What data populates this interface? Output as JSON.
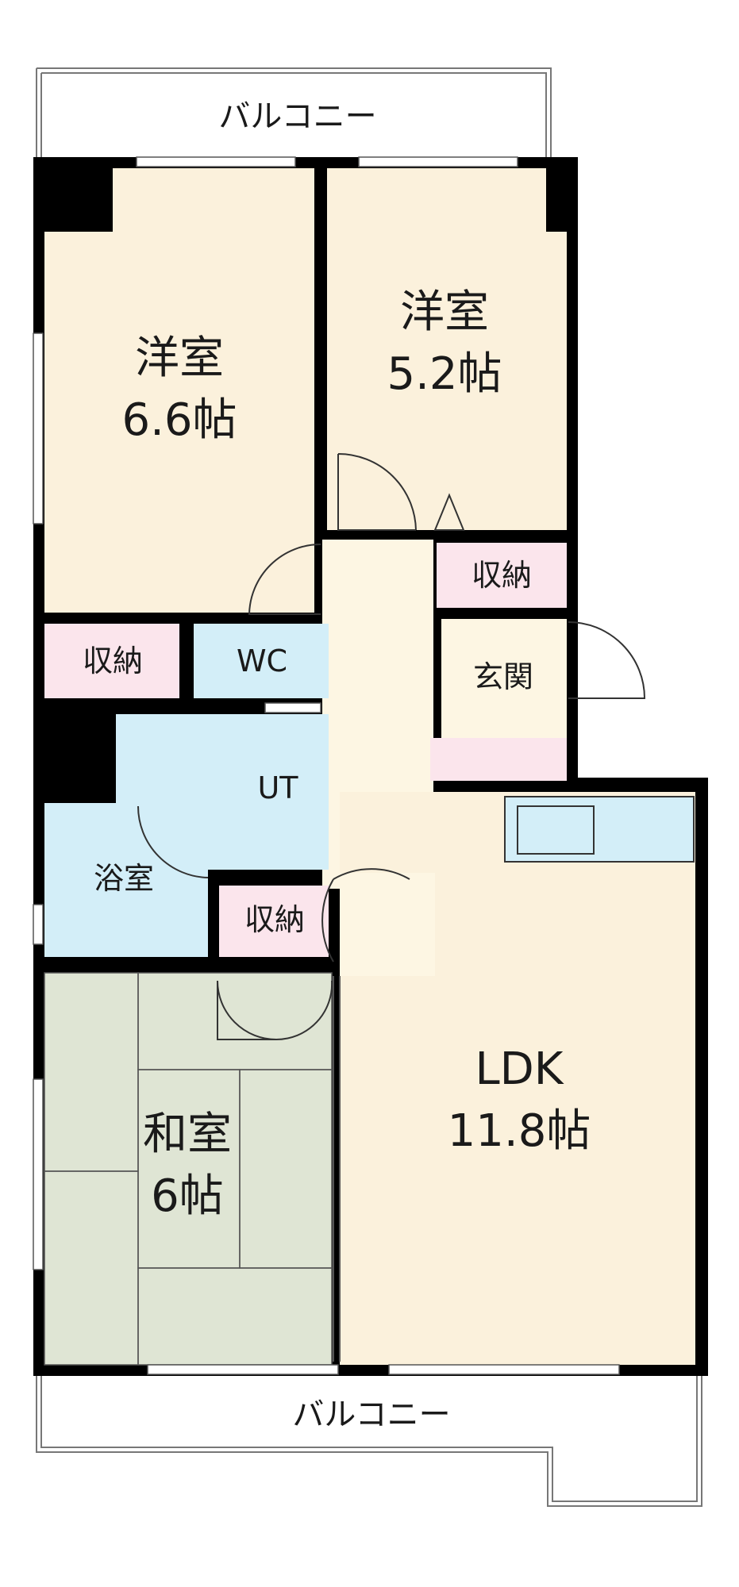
{
  "balcony_top": "バルコニー",
  "balcony_bottom": "バルコニー",
  "rooms": {
    "western_a": {
      "name": "洋室",
      "size": "6.6帖"
    },
    "western_b": {
      "name": "洋室",
      "size": "5.2帖"
    },
    "japanese": {
      "name": "和室",
      "size": "6帖"
    },
    "ldk": {
      "name": "LDK",
      "size": "11.8帖"
    },
    "storage_a": "収納",
    "storage_b": "収納",
    "storage_c": "収納",
    "wc": "WC",
    "ut": "UT",
    "bath": "浴室",
    "entrance": "玄関"
  },
  "colors": {
    "wall": "#000000",
    "western": "#fbf1dc",
    "corridor": "#fdf6e3",
    "storage": "#fbe5ec",
    "wet": "#d3eef8",
    "tatami": "#dfe5d4",
    "balcony": "#ffffff"
  }
}
